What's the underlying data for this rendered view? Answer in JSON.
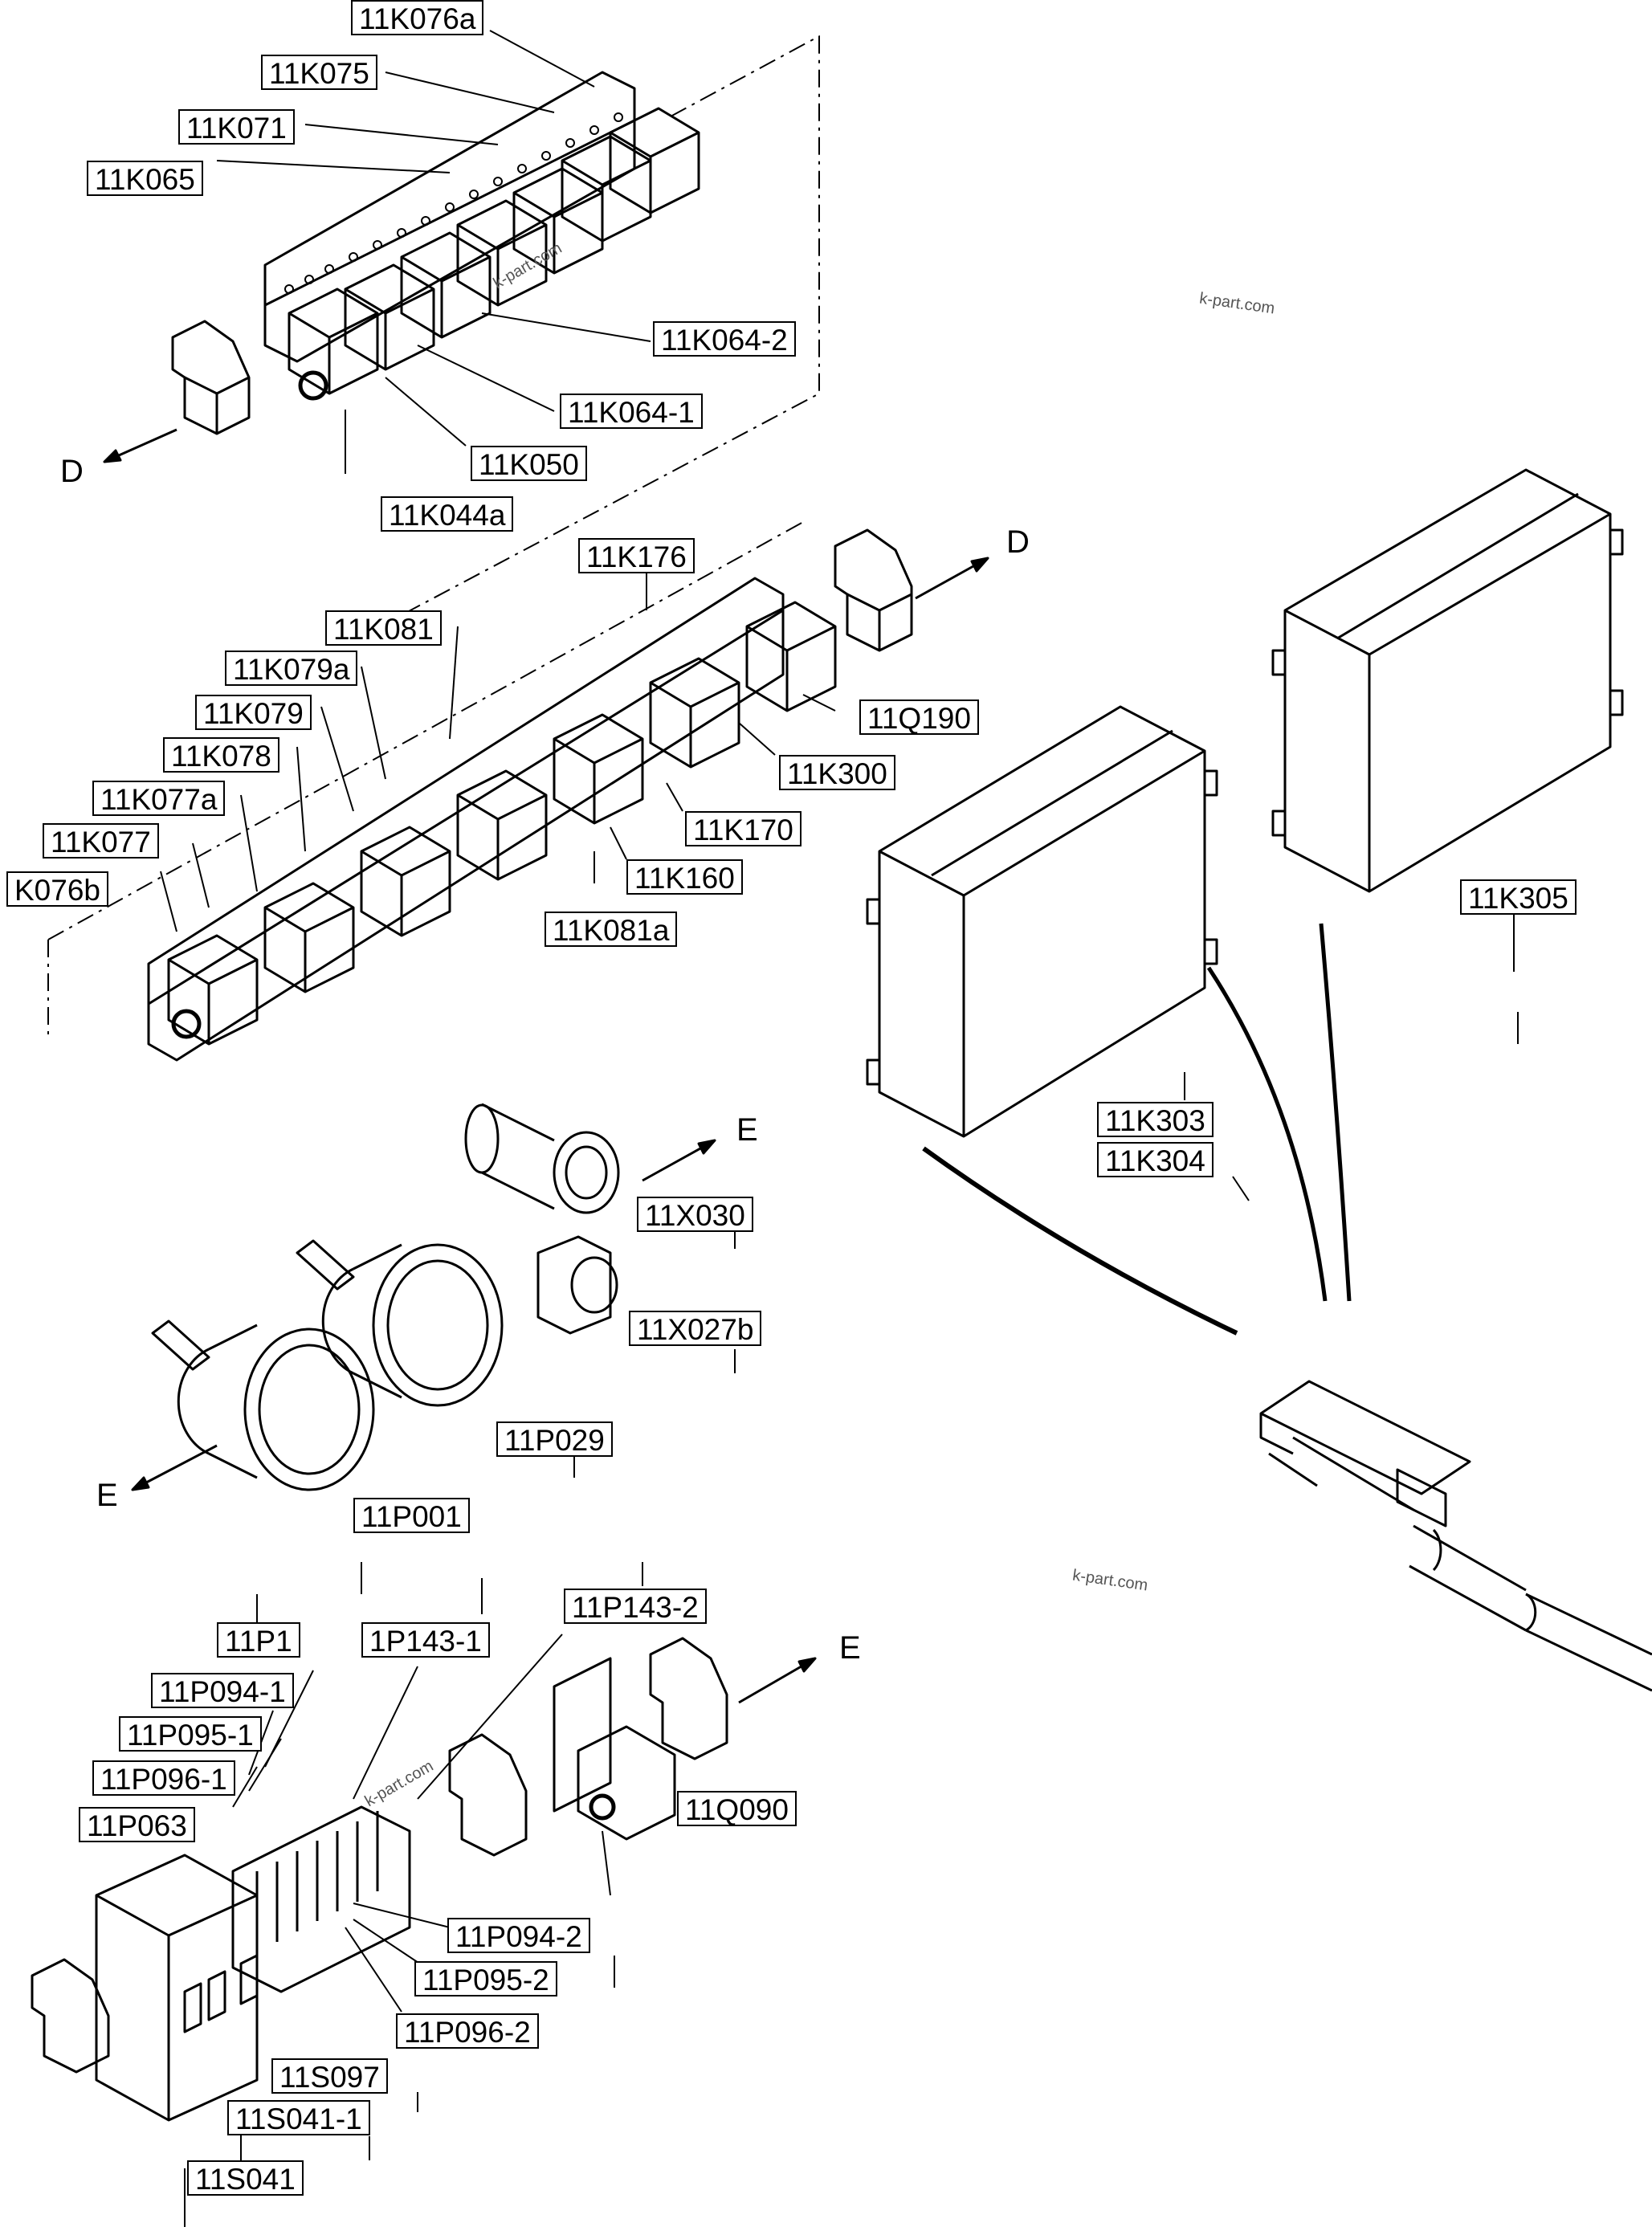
{
  "labels": {
    "k076a": "11K076a",
    "k075": "11K075",
    "k071": "11K071",
    "k065": "11K065",
    "k064_2": "11K064-2",
    "k064_1": "11K064-1",
    "k050": "11K050",
    "k044a": "11K044a",
    "k176": "11K176",
    "k081": "11K081",
    "k079a": "11K079a",
    "k079": "11K079",
    "k078": "11K078",
    "k077a": "11K077a",
    "k077": "11K077",
    "k076b": "K076b",
    "q190": "11Q190",
    "k300": "11K300",
    "k170": "11K170",
    "k160": "11K160",
    "k081a": "11K081a",
    "k305": "11K305",
    "k303": "11K303",
    "k304": "11K304",
    "x030": "11X030",
    "x027b": "11X027b",
    "p029": "11P029",
    "p001": "11P001",
    "p143_2": "11P143-2",
    "p1": "11P1",
    "p143_1": "1P143-1",
    "p094_1": "11P094-1",
    "p095_1": "11P095-1",
    "p096_1": "11P096-1",
    "p063": "11P063",
    "q090": "11Q090",
    "p094_2": "11P094-2",
    "p095_2": "11P095-2",
    "p096_2": "11P096-2",
    "s097": "11S097",
    "s041_1": "11S041-1",
    "s041": "11S041"
  },
  "direction_marks": {
    "d_left": "D",
    "d_right": "D",
    "e_x030": "E",
    "e_p001": "E",
    "e_q090": "E"
  },
  "watermarks": {
    "wm1": "k-part.com",
    "wm2": "k-part.com",
    "wm3": "k-part.com",
    "wm4": "k-part.com"
  }
}
